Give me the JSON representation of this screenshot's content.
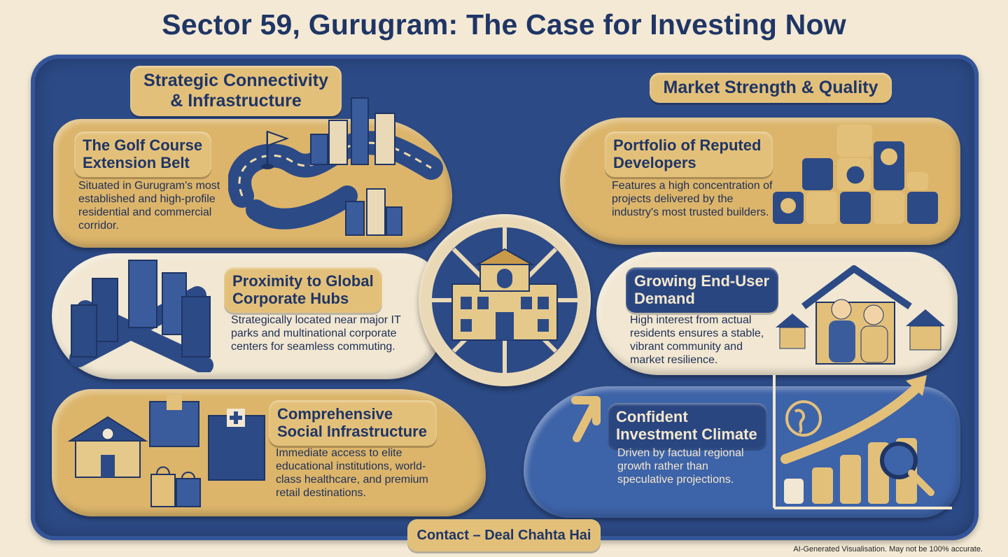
{
  "title": "Sector 59, Gurugram: The Case for Investing Now",
  "left_heading": "Strategic Connectivity & Infrastructure",
  "right_heading": "Market Strength & Quality",
  "cards": {
    "golf": {
      "title": "The Golf Course Extension Belt",
      "text": "Situated in Gurugram's most established and high-profile residential and commercial corridor."
    },
    "corporate": {
      "title": "Proximity to Global Corporate Hubs",
      "text": "Strategically located near major IT parks and multinational corporate centers for seamless commuting."
    },
    "social": {
      "title": "Comprehensive Social Infrastructure",
      "text": "Immediate access to elite educational institutions, world-class healthcare, and premium retail destinations."
    },
    "developers": {
      "title": "Portfolio of Reputed Developers",
      "text": "Features a high concentration of projects delivered by the industry's most trusted builders."
    },
    "demand": {
      "title": "Growing End-User Demand",
      "text": "High interest from actual residents ensures a stable, vibrant community and market resilience."
    },
    "climate": {
      "title": "Confident Investment Climate",
      "text": "Driven by factual regional growth rather than speculative projections."
    }
  },
  "contact": "Contact – Deal Chahta Hai",
  "disclaimer": "AI-Generated Visualisation. May not be 100% accurate.",
  "colors": {
    "navy": "#2c4a86",
    "gold": "#dcb56b",
    "cream": "#f1e7d2",
    "text": "#1f3565"
  },
  "icons": [
    "road-icon",
    "skyline-icon",
    "flag-icon",
    "office-towers-icon",
    "school-icon",
    "hospital-icon",
    "shopping-bags-icon",
    "award-blocks-icon",
    "family-house-icon",
    "growth-chart-icon",
    "globe-icon",
    "building-icon"
  ]
}
